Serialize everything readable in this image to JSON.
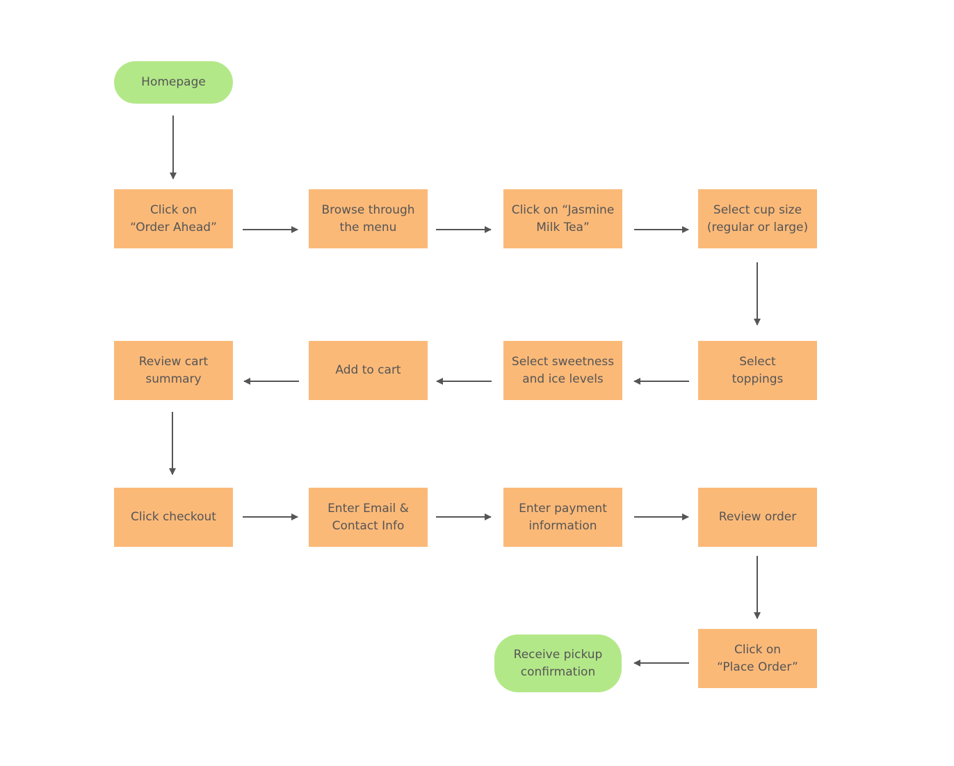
{
  "diagram": {
    "nodes": [
      {
        "id": "home",
        "text": "Homepage",
        "shape": "terminal"
      },
      {
        "id": "order-ahead",
        "text": "Click on\n“Order Ahead”",
        "shape": "process"
      },
      {
        "id": "browse",
        "text": "Browse through\nthe menu",
        "shape": "process"
      },
      {
        "id": "jasmine",
        "text": "Click on “Jasmine\nMilk Tea”",
        "shape": "process"
      },
      {
        "id": "cup",
        "text": "Select cup size\n(regular or large)",
        "shape": "process"
      },
      {
        "id": "toppings",
        "text": "Select\ntoppings",
        "shape": "process"
      },
      {
        "id": "sweet",
        "text": "Select sweetness\nand ice levels",
        "shape": "process"
      },
      {
        "id": "add",
        "text": "Add to cart",
        "shape": "process"
      },
      {
        "id": "review-cart",
        "text": "Review cart\nsummary",
        "shape": "process"
      },
      {
        "id": "checkout",
        "text": "Click checkout",
        "shape": "process"
      },
      {
        "id": "email",
        "text": "Enter Email &\nContact Info",
        "shape": "process"
      },
      {
        "id": "payment",
        "text": "Enter payment\ninformation",
        "shape": "process"
      },
      {
        "id": "review-order",
        "text": "Review order",
        "shape": "process"
      },
      {
        "id": "place",
        "text": "Click on\n“Place Order”",
        "shape": "process"
      },
      {
        "id": "receive",
        "text": "Receive pickup\nconfirmation",
        "shape": "terminal"
      }
    ],
    "edges": [
      {
        "from": "home",
        "to": "order-ahead"
      },
      {
        "from": "order-ahead",
        "to": "browse"
      },
      {
        "from": "browse",
        "to": "jasmine"
      },
      {
        "from": "jasmine",
        "to": "cup"
      },
      {
        "from": "cup",
        "to": "toppings"
      },
      {
        "from": "toppings",
        "to": "sweet"
      },
      {
        "from": "sweet",
        "to": "add"
      },
      {
        "from": "add",
        "to": "review-cart"
      },
      {
        "from": "review-cart",
        "to": "checkout"
      },
      {
        "from": "checkout",
        "to": "email"
      },
      {
        "from": "email",
        "to": "payment"
      },
      {
        "from": "payment",
        "to": "review-order"
      },
      {
        "from": "review-order",
        "to": "place"
      },
      {
        "from": "place",
        "to": "receive"
      }
    ],
    "colors": {
      "process_fill": "#fbb978",
      "terminal_fill": "#b3e888",
      "text": "#555555",
      "arrow": "#555555"
    }
  }
}
